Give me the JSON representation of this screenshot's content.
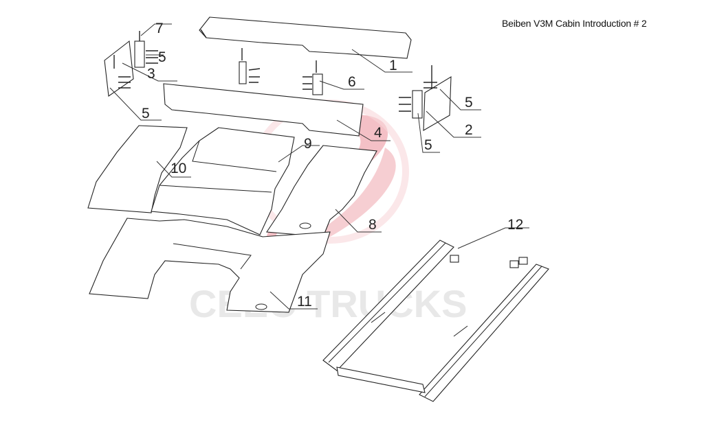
{
  "title": "Beiben V3M Cabin Introduction # 2",
  "watermark": {
    "text": "CEEC TRUCKS",
    "color": "#e9a3a8"
  },
  "callouts": [
    {
      "id": "c1",
      "label": "1"
    },
    {
      "id": "c2",
      "label": "2"
    },
    {
      "id": "c3",
      "label": "3"
    },
    {
      "id": "c4",
      "label": "4"
    },
    {
      "id": "c5a",
      "label": "5"
    },
    {
      "id": "c5b",
      "label": "5"
    },
    {
      "id": "c5c",
      "label": "5"
    },
    {
      "id": "c5d",
      "label": "5"
    },
    {
      "id": "c6",
      "label": "6"
    },
    {
      "id": "c7",
      "label": "7"
    },
    {
      "id": "c8",
      "label": "8"
    },
    {
      "id": "c9",
      "label": "9"
    },
    {
      "id": "c10",
      "label": "10"
    },
    {
      "id": "c11",
      "label": "11"
    },
    {
      "id": "c12",
      "label": "12"
    }
  ]
}
